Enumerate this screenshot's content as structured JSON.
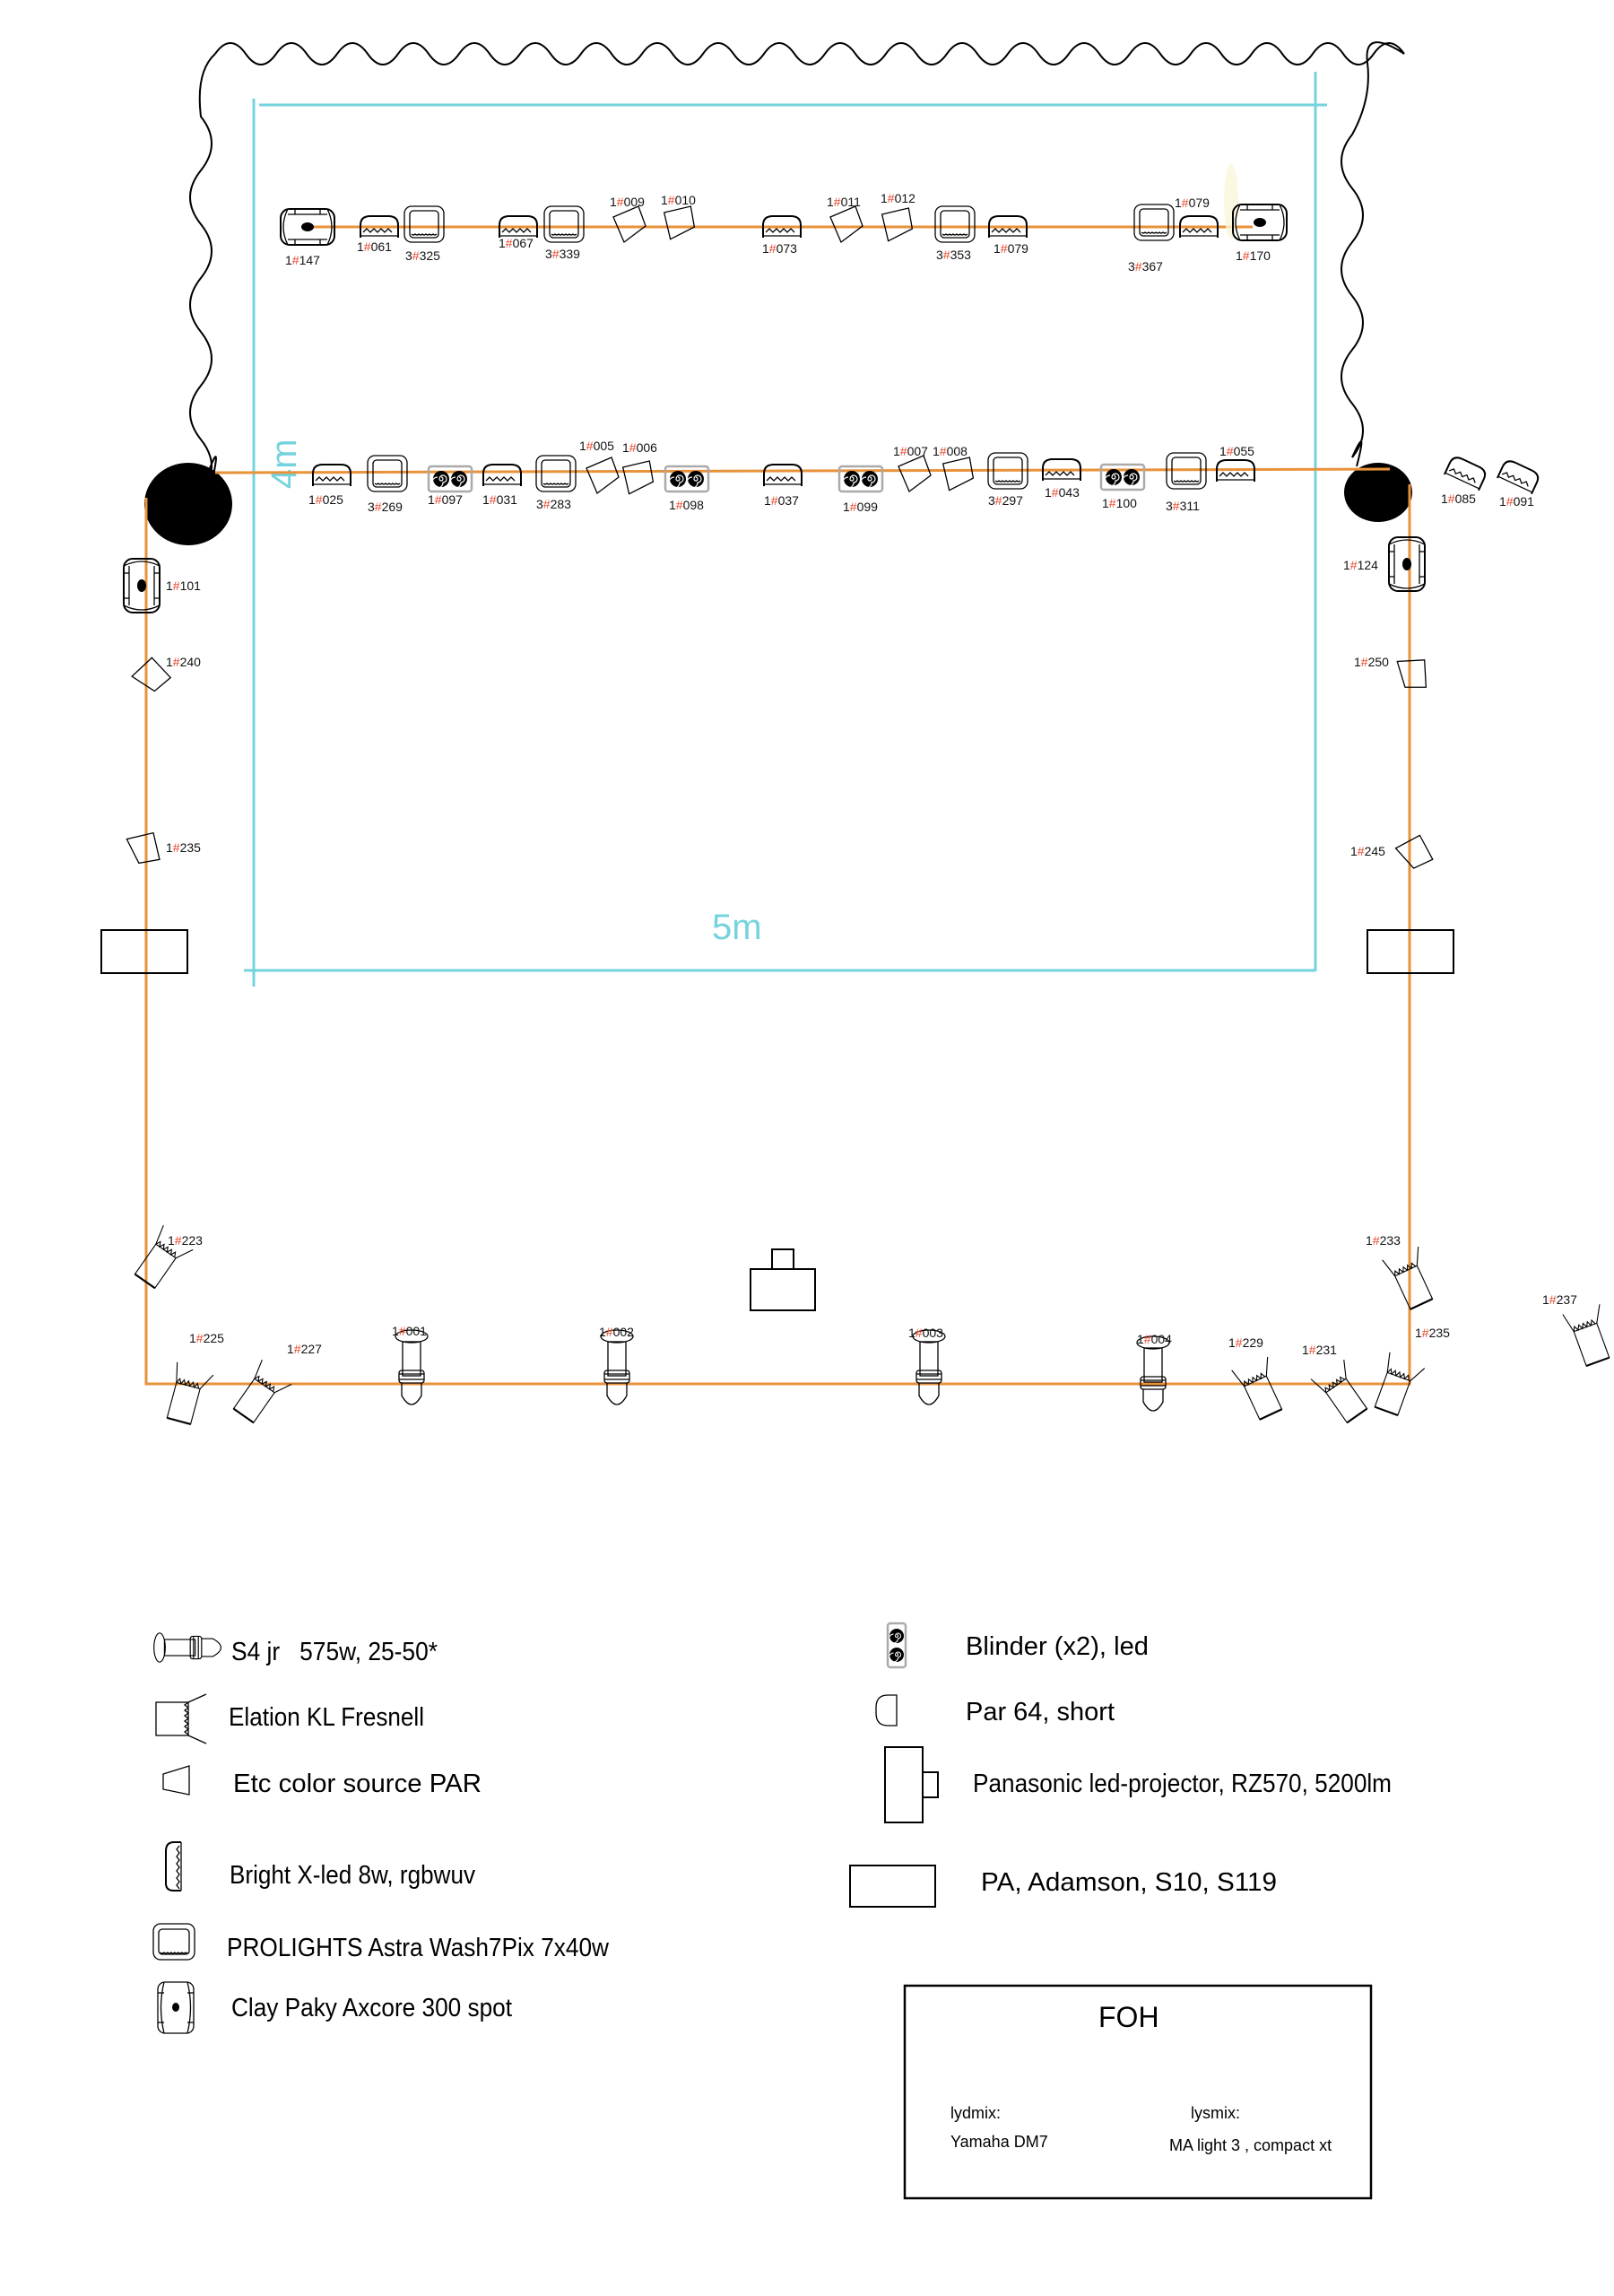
{
  "colors": {
    "pipe": "#e8923a",
    "dimension": "#74d3dc",
    "hash_accent": "#e8452a",
    "ink": "#000000"
  },
  "dimensions": {
    "depth_label": "4m",
    "width_label": "5m"
  },
  "upstage_pipe": {
    "fixtures": [
      {
        "label_prefix": "1",
        "label_num": "147",
        "type": "clay-paky-axcore"
      },
      {
        "label_prefix": "1",
        "label_num": "061",
        "type": "bright-x-led"
      },
      {
        "label_prefix": "3",
        "label_num": "325",
        "type": "prolights-astra"
      },
      {
        "label_prefix": "1",
        "label_num": "067",
        "type": "bright-x-led"
      },
      {
        "label_prefix": "3",
        "label_num": "339",
        "type": "prolights-astra"
      },
      {
        "label_prefix": "1",
        "label_num": "009",
        "type": "etc-color-source-par"
      },
      {
        "label_prefix": "1",
        "label_num": "010",
        "type": "etc-color-source-par"
      },
      {
        "label_prefix": "1",
        "label_num": "073",
        "type": "bright-x-led"
      },
      {
        "label_prefix": "1",
        "label_num": "011",
        "type": "etc-color-source-par"
      },
      {
        "label_prefix": "1",
        "label_num": "012",
        "type": "etc-color-source-par"
      },
      {
        "label_prefix": "3",
        "label_num": "353",
        "type": "prolights-astra"
      },
      {
        "label_prefix": "1",
        "label_num": "079",
        "type": "bright-x-led"
      },
      {
        "label_prefix": "3",
        "label_num": "367",
        "type": "prolights-astra"
      },
      {
        "label_prefix": "1",
        "label_num": "079",
        "type": "bright-x-led"
      },
      {
        "label_prefix": "1",
        "label_num": "170",
        "type": "clay-paky-axcore"
      }
    ]
  },
  "midstage_pipe": {
    "fixtures": [
      {
        "label_prefix": "1",
        "label_num": "025",
        "type": "bright-x-led"
      },
      {
        "label_prefix": "3",
        "label_num": "269",
        "type": "prolights-astra"
      },
      {
        "label_prefix": "1",
        "label_num": "097",
        "type": "blinder"
      },
      {
        "label_prefix": "1",
        "label_num": "031",
        "type": "bright-x-led"
      },
      {
        "label_prefix": "3",
        "label_num": "283",
        "type": "prolights-astra"
      },
      {
        "label_prefix": "1",
        "label_num": "005",
        "type": "etc-color-source-par"
      },
      {
        "label_prefix": "1",
        "label_num": "006",
        "type": "etc-color-source-par"
      },
      {
        "label_prefix": "1",
        "label_num": "098",
        "type": "blinder"
      },
      {
        "label_prefix": "1",
        "label_num": "037",
        "type": "bright-x-led"
      },
      {
        "label_prefix": "1",
        "label_num": "099",
        "type": "blinder"
      },
      {
        "label_prefix": "1",
        "label_num": "007",
        "type": "etc-color-source-par"
      },
      {
        "label_prefix": "1",
        "label_num": "008",
        "type": "etc-color-source-par"
      },
      {
        "label_prefix": "3",
        "label_num": "297",
        "type": "prolights-astra"
      },
      {
        "label_prefix": "1",
        "label_num": "043",
        "type": "bright-x-led"
      },
      {
        "label_prefix": "1",
        "label_num": "100",
        "type": "blinder"
      },
      {
        "label_prefix": "3",
        "label_num": "311",
        "type": "prolights-astra"
      },
      {
        "label_prefix": "1",
        "label_num": "055",
        "type": "bright-x-led"
      }
    ]
  },
  "offstage_right_floor": {
    "fixtures": [
      {
        "label_prefix": "1",
        "label_num": "085",
        "type": "bright-x-led"
      },
      {
        "label_prefix": "1",
        "label_num": "091",
        "type": "bright-x-led"
      }
    ]
  },
  "left_truss": {
    "fixtures": [
      {
        "label_prefix": "1",
        "label_num": "101",
        "type": "clay-paky-axcore"
      },
      {
        "label_prefix": "1",
        "label_num": "240",
        "type": "etc-color-source-par"
      },
      {
        "label_prefix": "1",
        "label_num": "235",
        "type": "etc-color-source-par"
      },
      {
        "label_prefix": "1",
        "label_num": "223",
        "type": "elation-kl-fresnel"
      }
    ]
  },
  "right_truss": {
    "fixtures": [
      {
        "label_prefix": "1",
        "label_num": "124",
        "type": "clay-paky-axcore"
      },
      {
        "label_prefix": "1",
        "label_num": "250",
        "type": "etc-color-source-par"
      },
      {
        "label_prefix": "1",
        "label_num": "245",
        "type": "etc-color-source-par"
      },
      {
        "label_prefix": "1",
        "label_num": "233",
        "type": "elation-kl-fresnel"
      }
    ]
  },
  "front_truss": {
    "fixtures": [
      {
        "label_prefix": "1",
        "label_num": "225",
        "type": "elation-kl-fresnel"
      },
      {
        "label_prefix": "1",
        "label_num": "227",
        "type": "elation-kl-fresnel"
      },
      {
        "label_prefix": "1",
        "label_num": "001",
        "type": "s4-jr"
      },
      {
        "label_prefix": "1",
        "label_num": "002",
        "type": "s4-jr"
      },
      {
        "label_prefix": "1",
        "label_num": "003",
        "type": "s4-jr"
      },
      {
        "label_prefix": "1",
        "label_num": "004",
        "type": "s4-jr"
      },
      {
        "label_prefix": "1",
        "label_num": "229",
        "type": "elation-kl-fresnel"
      },
      {
        "label_prefix": "1",
        "label_num": "231",
        "type": "elation-kl-fresnel"
      },
      {
        "label_prefix": "1",
        "label_num": "235",
        "type": "elation-kl-fresnel"
      },
      {
        "label_prefix": "1",
        "label_num": "237",
        "type": "elation-kl-fresnel"
      }
    ]
  },
  "stage_items": {
    "projector": "panasonic-projector",
    "pa_left": "pa-speaker",
    "pa_right": "pa-speaker"
  },
  "legend": {
    "left": [
      {
        "icon": "s4-jr-icon",
        "label": "S4 jr   575w, 25-50*"
      },
      {
        "icon": "elation-fresnel-icon",
        "label": "Elation KL Fresnell"
      },
      {
        "icon": "etc-par-icon",
        "label": "Etc color source PAR"
      },
      {
        "icon": "bright-x-led-icon",
        "label": "Bright X-led 8w, rgbwuv"
      },
      {
        "icon": "prolights-wash-icon",
        "label": "PROLIGHTS Astra Wash7Pix 7x40w"
      },
      {
        "icon": "clay-paky-spot-icon",
        "label": "Clay Paky Axcore 300 spot"
      }
    ],
    "right": [
      {
        "icon": "blinder-icon",
        "label": "Blinder (x2), led"
      },
      {
        "icon": "par64-icon",
        "label": "Par 64, short"
      },
      {
        "icon": "projector-icon",
        "label": "Panasonic led-projector, RZ570, 5200lm"
      },
      {
        "icon": "pa-speaker-icon",
        "label": "PA, Adamson, S10, S119"
      }
    ]
  },
  "foh": {
    "title": "FOH",
    "sound_label": "lydmix:",
    "sound_value": "Yamaha DM7",
    "light_label": "lysmix:",
    "light_value": "MA light 3 , compact xt"
  }
}
